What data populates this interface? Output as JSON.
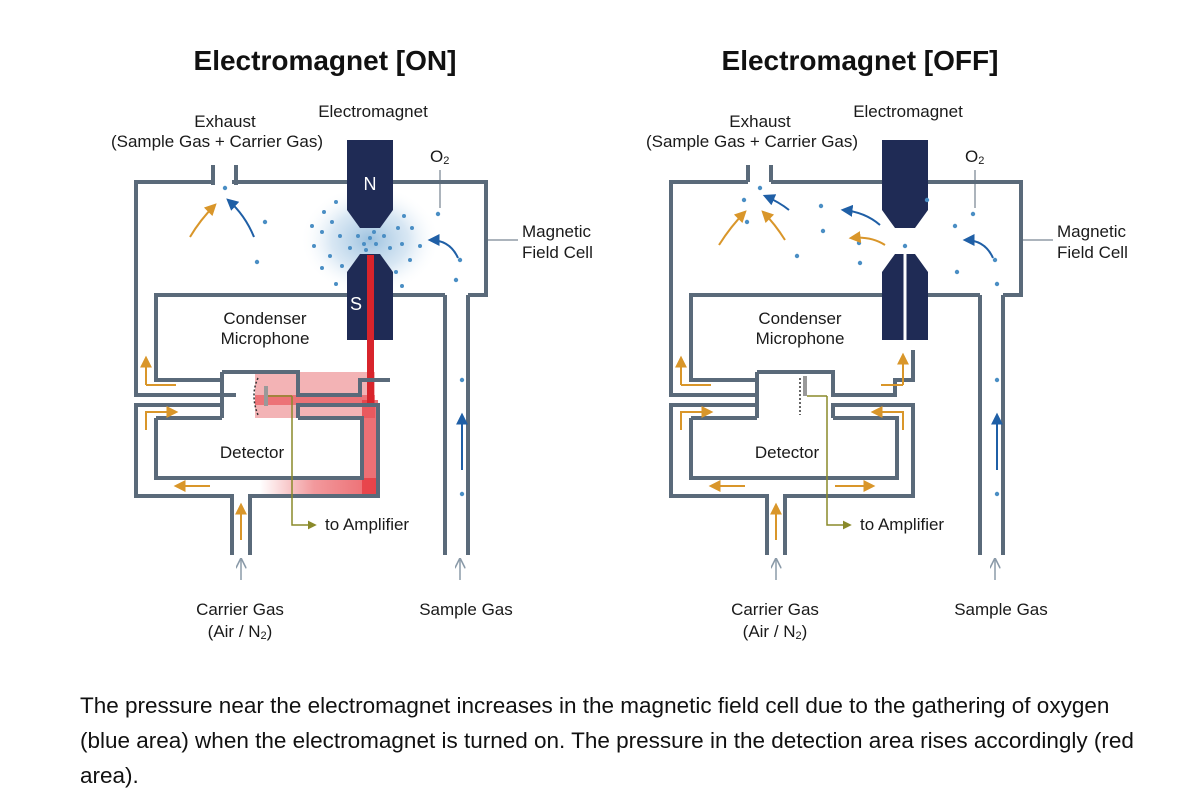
{
  "colors": {
    "pipe": "#5a6a7a",
    "magnet": "#1f2b55",
    "oxygen": "#4a8ec4",
    "carrier_arrow": "#d9962a",
    "sample_arrow": "#1f5fa6",
    "pressure": "#e5333a",
    "amplifier_line": "#8a8a2a"
  },
  "panels": [
    {
      "title": "Electromagnet [ON]",
      "magnet_on": true,
      "labels": {
        "exhaust": "Exhaust",
        "exhaust_detail": "(Sample Gas + Carrier Gas)",
        "electromagnet": "Electromagnet",
        "o2": "O",
        "o2_sub": "2",
        "magnetic_field_cell_1": "Magnetic",
        "magnetic_field_cell_2": "Field Cell",
        "pole_n": "N",
        "pole_s": "S",
        "condenser_1": "Condenser",
        "condenser_2": "Microphone",
        "detector": "Detector",
        "to_amplifier": "to Amplifier",
        "carrier_gas": "Carrier Gas",
        "carrier_gas_detail": "(Air / N",
        "carrier_gas_sub": "2",
        "carrier_gas_close": ")",
        "sample_gas": "Sample Gas"
      }
    },
    {
      "title": "Electromagnet [OFF]",
      "magnet_on": false,
      "labels": {
        "exhaust": "Exhaust",
        "exhaust_detail": "(Sample Gas + Carrier Gas)",
        "electromagnet": "Electromagnet",
        "o2": "O",
        "o2_sub": "2",
        "magnetic_field_cell_1": "Magnetic",
        "magnetic_field_cell_2": "Field Cell",
        "pole_n": "",
        "pole_s": "",
        "condenser_1": "Condenser",
        "condenser_2": "Microphone",
        "detector": "Detector",
        "to_amplifier": "to Amplifier",
        "carrier_gas": "Carrier Gas",
        "carrier_gas_detail": "(Air / N",
        "carrier_gas_sub": "2",
        "carrier_gas_close": ")",
        "sample_gas": "Sample Gas"
      }
    }
  ],
  "caption": "The pressure near the electromagnet increases in the magnetic field cell due to the gathering of oxygen (blue area) when the electromagnet is turned on. The pressure in the detection area rises accordingly (red area)."
}
